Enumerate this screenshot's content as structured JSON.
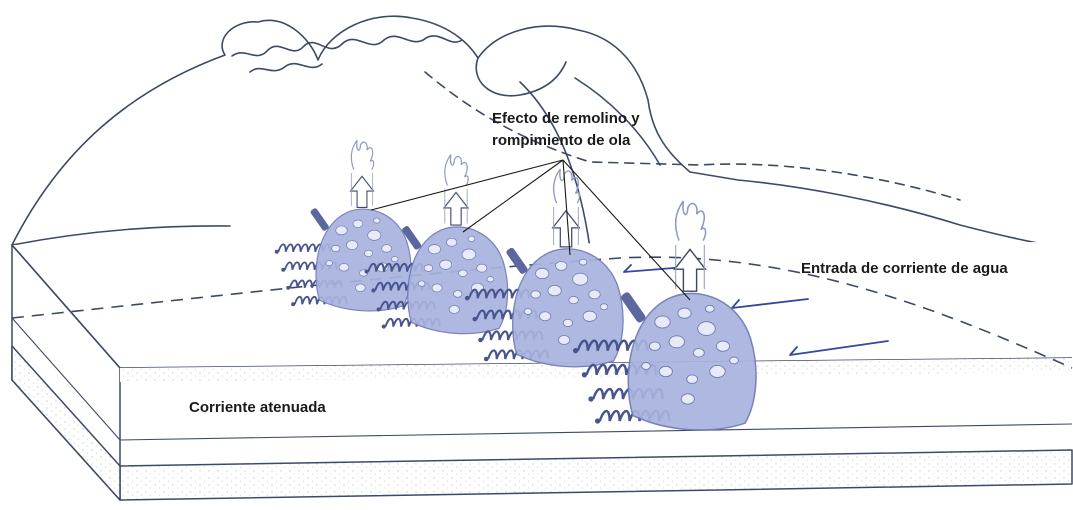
{
  "labels": {
    "eddy_line1": "Efecto de remolino y",
    "eddy_line2": "rompimiento de ola",
    "inflow": "Entrada de corriente de agua",
    "attenuated": "Corriente atenuada"
  },
  "colors": {
    "stroke": "#3d4a66",
    "reef_fill": "#a9b3de",
    "reef_stroke": "#6d79b5",
    "holes": "#e7eaf7",
    "spirals": "#48548e",
    "current_arrow": "#33489a",
    "sediment": "#d5d8de"
  }
}
